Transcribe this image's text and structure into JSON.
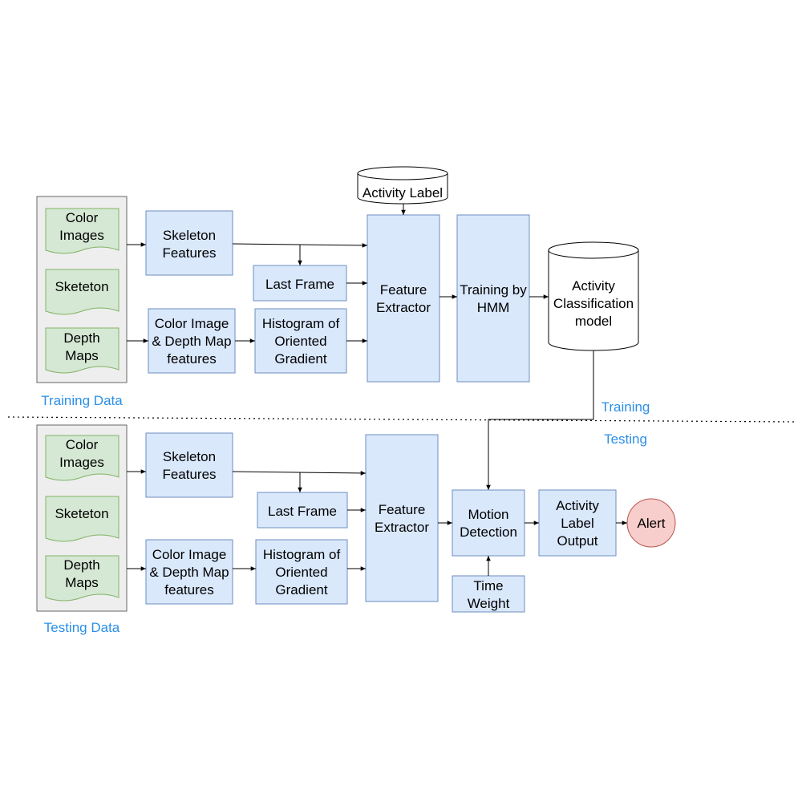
{
  "colors": {
    "blue_fill": "#dae8fc",
    "blue_stroke": "#6c8ebf",
    "green_fill": "#d5e8d4",
    "green_stroke": "#82b366",
    "gray_fill": "#eeeeee",
    "gray_stroke": "#666666",
    "alert_fill": "#f8cecc",
    "alert_stroke": "#b85450",
    "label_blue": "#2b8fe6"
  },
  "training": {
    "data_items": [
      "Color\nImages",
      "Sketeton",
      "Depth\nMaps"
    ],
    "data_label": "Training Data",
    "skeleton_features": "Skeleton\nFeatures",
    "last_frame": "Last Frame",
    "color_depth_features": "Color Image\n& Depth Map\nfeatures",
    "hog": "Histogram of\nOriented\nGradient",
    "activity_label": "Activity Label",
    "feature_extractor": "Feature\nExtractor",
    "training_hmm": "Training by\nHMM",
    "classification_model": "Activity\nClassification\nmodel"
  },
  "testing": {
    "data_items": [
      "Color\nImages",
      "Sketeton",
      "Depth\nMaps"
    ],
    "data_label": "Testing Data",
    "skeleton_features": "Skeleton\nFeatures",
    "last_frame": "Last Frame",
    "color_depth_features": "Color Image\n& Depth Map\nfeatures",
    "hog": "Histogram of\nOriented\nGradient",
    "feature_extractor": "Feature\nExtractor",
    "motion_detection": "Motion\nDetection",
    "time_weight": "Time\nWeight",
    "activity_label_output": "Activity\nLabel\nOutput",
    "alert": "Alert"
  },
  "phase_labels": {
    "training": "Training",
    "testing": "Testing"
  }
}
